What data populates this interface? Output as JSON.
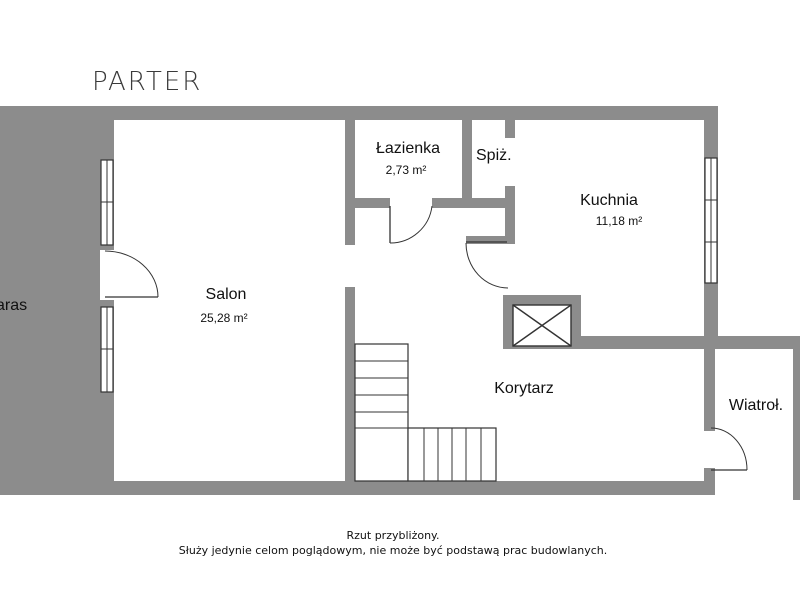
{
  "floor": {
    "title": "PARTER"
  },
  "rooms": {
    "taras": {
      "name": "aras"
    },
    "salon": {
      "name": "Salon",
      "area": "25,28 m²"
    },
    "lazienka": {
      "name": "Łazienka",
      "area": "2,73 m²"
    },
    "spizarnia": {
      "name": "Spiż."
    },
    "kuchnia": {
      "name": "Kuchnia",
      "area": "11,18 m²"
    },
    "korytarz": {
      "name": "Korytarz"
    },
    "wiatrolap": {
      "name": "Wiatroł."
    }
  },
  "notes": {
    "line1": "Rzut przybliżony.",
    "line2": "Służy jedynie celom poglądowym, nie może być podstawą prac budowlanych."
  },
  "colors": {
    "wall": "#8c8c8c",
    "terrace": "#8c8c8c",
    "background": "#ffffff"
  }
}
